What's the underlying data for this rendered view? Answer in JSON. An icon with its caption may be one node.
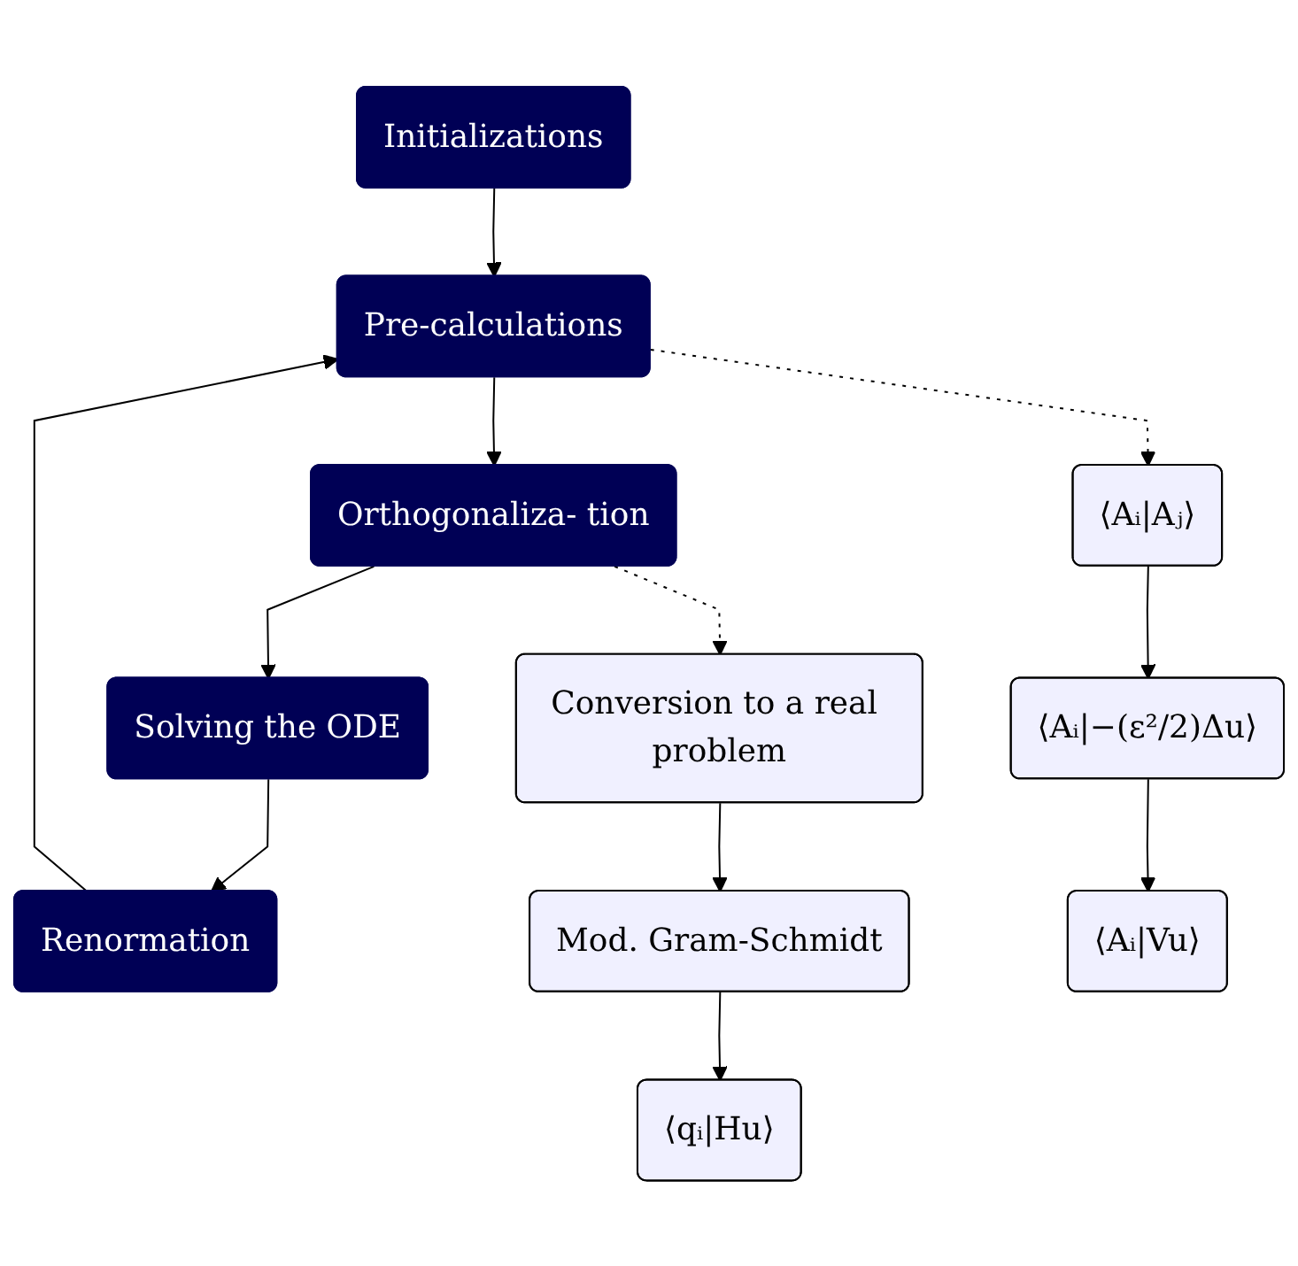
{
  "diagram": {
    "nodes": [
      {
        "text": [
          "Initializations"
        ]
      },
      {
        "text": [
          "Renormation"
        ]
      },
      {
        "text": [
          "Pre-calculations"
        ]
      },
      {
        "text": [
          "Orthogonaliza- tion"
        ]
      },
      {
        "text": [
          "Solving the ODE"
        ]
      },
      {
        "text": [
          "⟨Aᵢ|Aⱼ⟩"
        ]
      },
      {
        "text": [
          "Conversion to a real problem"
        ]
      },
      {
        "text": [
          "⟨Aᵢ|−(ε²/2)Δu⟩"
        ]
      },
      {
        "text": [
          "Mod. Gram-Schmidt"
        ]
      },
      {
        "text": [
          "⟨Aᵢ|Vu⟩"
        ]
      },
      {
        "text": [
          "⟨qᵢ|Hu⟩"
        ]
      }
    ],
    "edges": [
      {
        "from": 0,
        "to": 2,
        "arrow": "to"
      },
      {
        "from": 2,
        "to": 3,
        "arrow": "to"
      },
      {
        "from": 3,
        "to": 4,
        "arrow": "to"
      },
      {
        "from": 4,
        "to": 1,
        "arrow": "to"
      },
      {
        "from": 1,
        "to": 2,
        "arrow": "to"
      },
      {
        "from": 2,
        "to": 5,
        "arrow": "to",
        "style": "dashed"
      },
      {
        "from": 3,
        "to": 6,
        "arrow": "to",
        "style": "dashed"
      },
      {
        "from": 5,
        "to": 7,
        "arrow": "to"
      },
      {
        "from": 7,
        "to": 9,
        "arrow": "to"
      },
      {
        "from": 6,
        "to": 8,
        "arrow": "to"
      },
      {
        "from": 8,
        "to": 10,
        "arrow": "to"
      }
    ]
  }
}
